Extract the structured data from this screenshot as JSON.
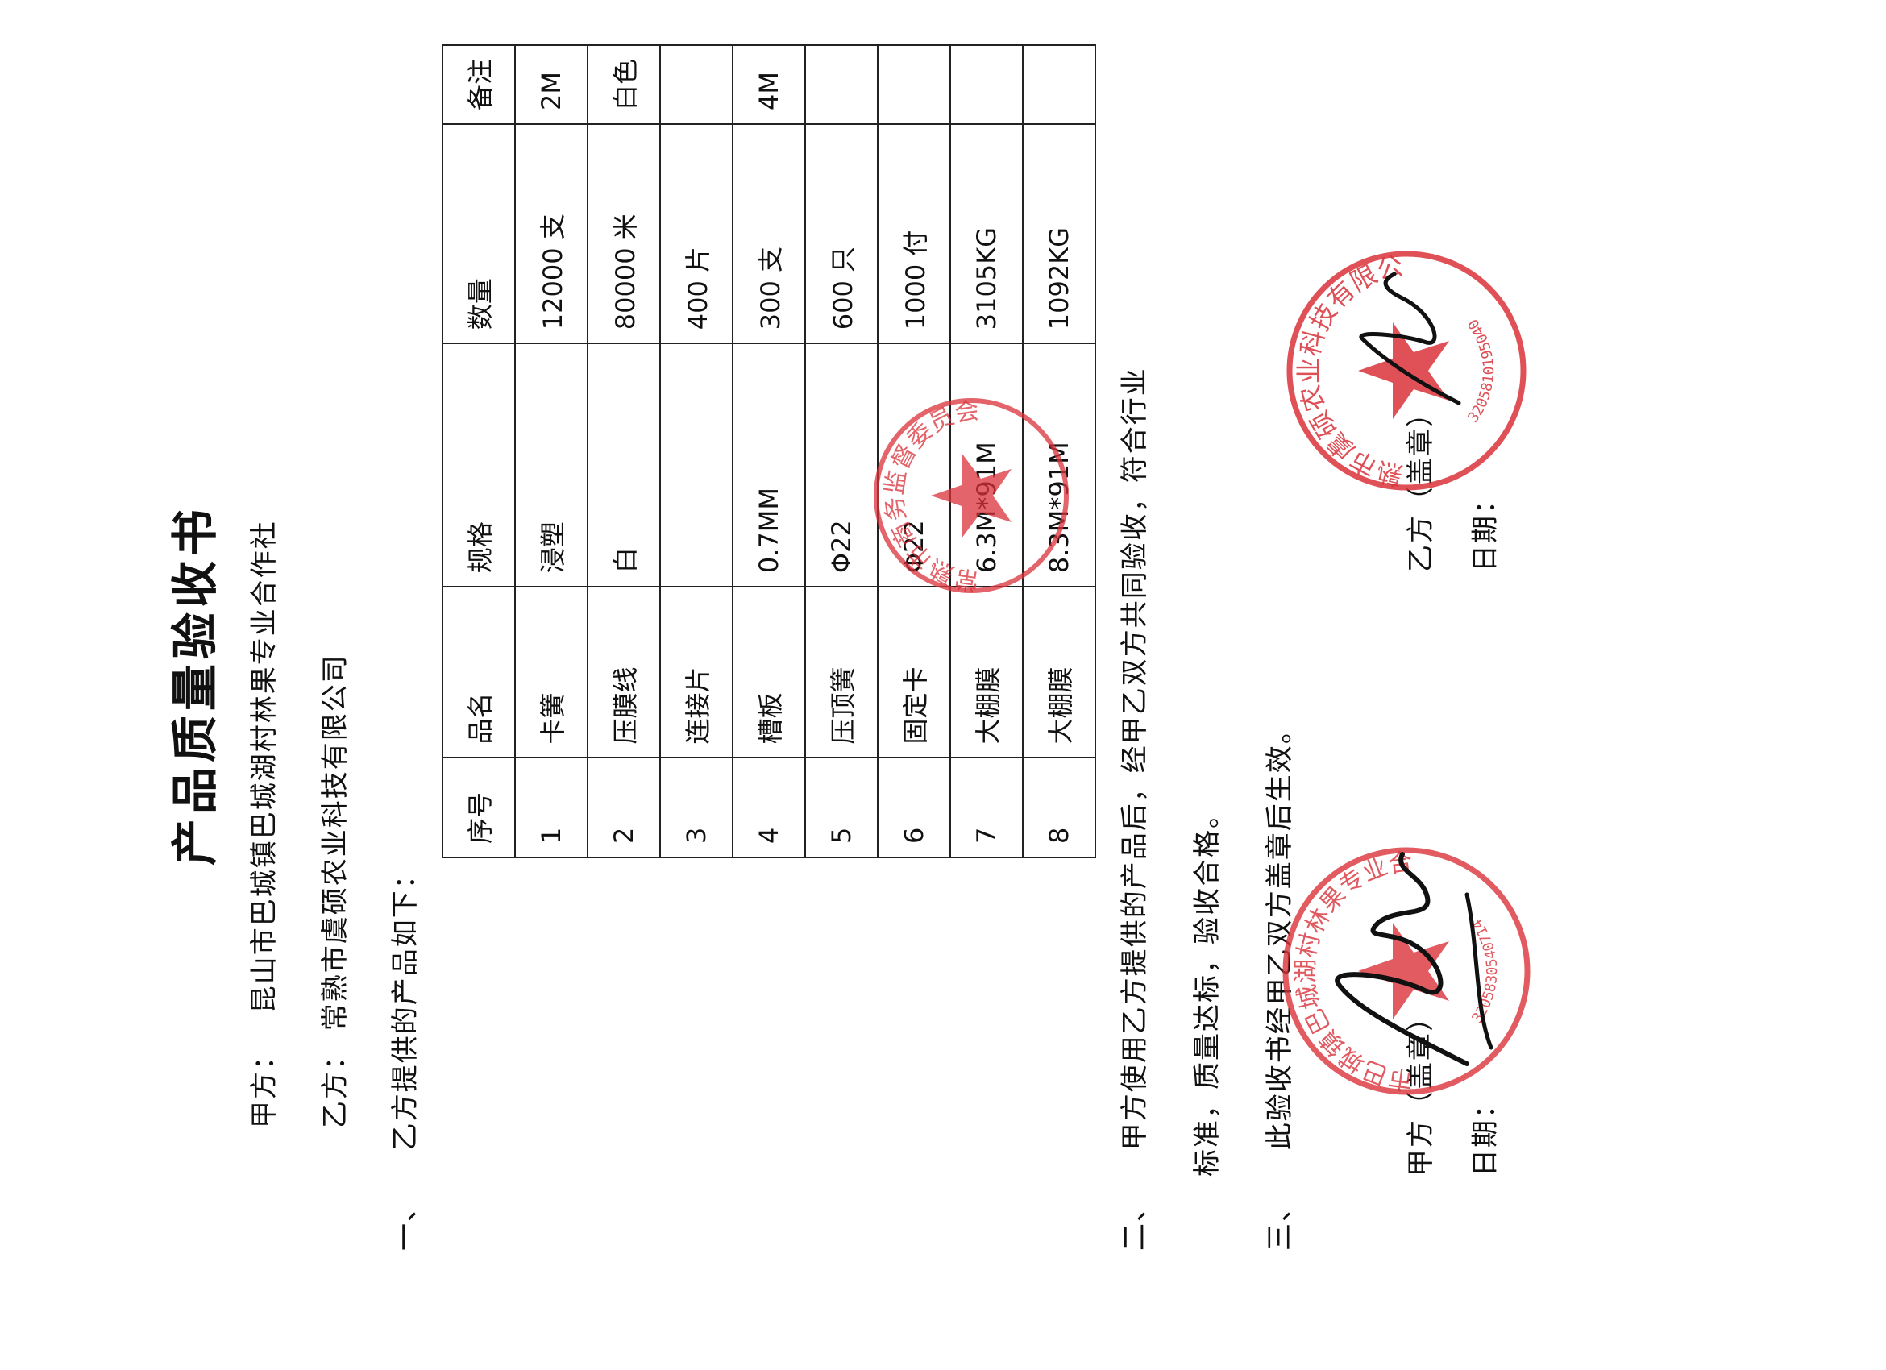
{
  "document": {
    "title": "产品质量验收书",
    "party_a": {
      "label": "甲方：",
      "name": "昆山市巴城镇巴城湖村林果专业合作社"
    },
    "party_b": {
      "label": "乙方：",
      "name": "常熟市虞硕农业科技有限公司"
    },
    "clause1": {
      "num": "一、",
      "text": "乙方提供的产品如下："
    },
    "table": {
      "headers": [
        "序号",
        "品名",
        "规格",
        "数量",
        "备注"
      ],
      "rows": [
        [
          "1",
          "卡簧",
          "浸塑",
          "12000 支",
          "2M"
        ],
        [
          "2",
          "压膜线",
          "白",
          "80000 米",
          "白色"
        ],
        [
          "3",
          "连接片",
          "",
          "400 片",
          ""
        ],
        [
          "4",
          "槽板",
          "0.7MM",
          "300 支",
          "4M"
        ],
        [
          "5",
          "压顶簧",
          "Φ22",
          "600 只",
          ""
        ],
        [
          "6",
          "固定卡",
          "Φ22",
          "1000 付",
          ""
        ],
        [
          "7",
          "大棚膜",
          "6.3M*91M",
          "3105KG",
          ""
        ],
        [
          "8",
          "大棚膜",
          "8.3M*91M",
          "1092KG",
          ""
        ]
      ]
    },
    "clause2": {
      "num": "二、",
      "line1": "甲方使用乙方提供的产品后，经甲乙双方共同验收，符合行业",
      "line2": "标准，质量达标，验收合格。"
    },
    "clause3": {
      "num": "三、",
      "text": "此验收书经甲乙双方盖章后生效。"
    },
    "signature_a": {
      "party": "甲方（盖章）",
      "date": "日期："
    },
    "signature_b": {
      "party": "乙方（盖章）",
      "date": "日期："
    },
    "seals": {
      "color": "#d9323a",
      "seal_a_text": "昆山市巴城镇巴城湖村林果专业合作社",
      "seal_a_number": "3205830540714",
      "seal_b_text": "常熟市虞硕农业科技有限公司",
      "seal_b_number": "3205810195040",
      "seal_mid_text": "常熟市商务监督委员会"
    }
  }
}
